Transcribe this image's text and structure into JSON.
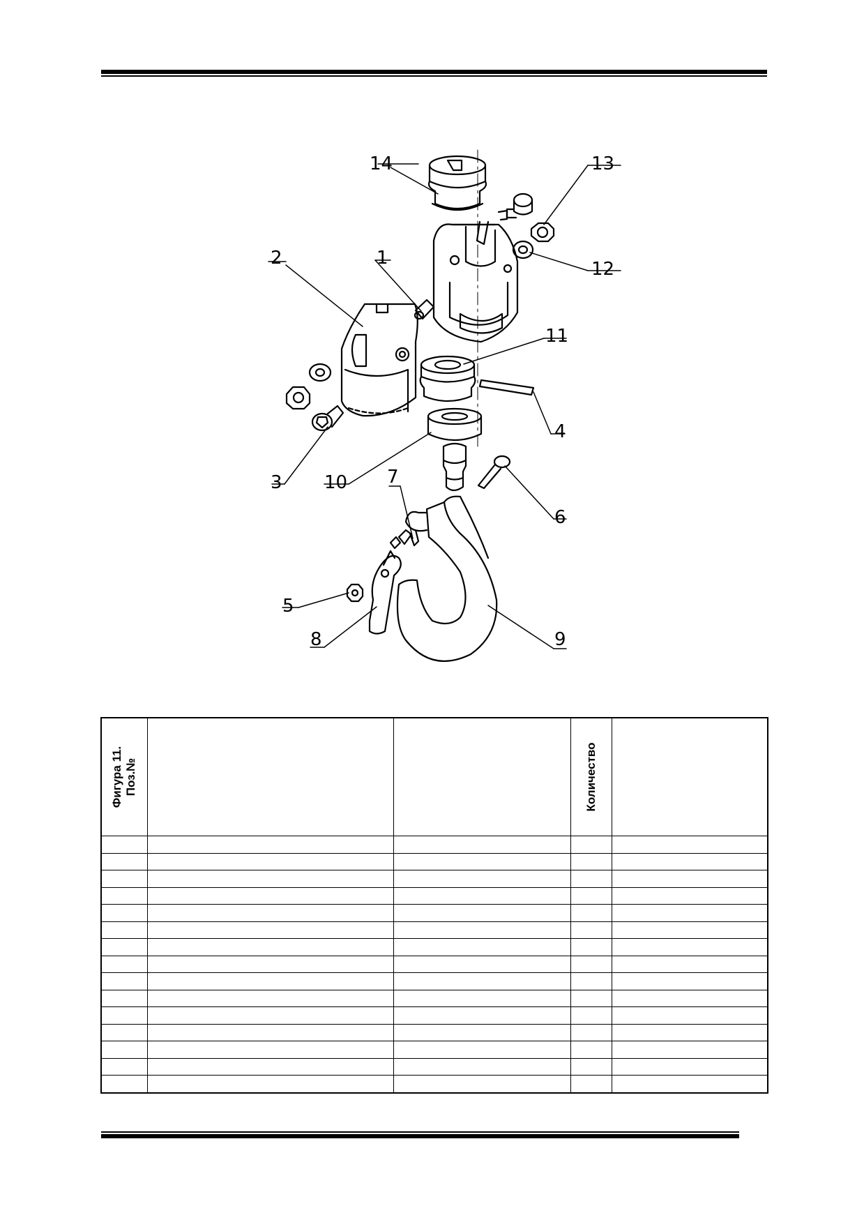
{
  "drawing": {
    "callouts": [
      "1",
      "2",
      "3",
      "4",
      "5",
      "6",
      "7",
      "8",
      "9",
      "10",
      "11",
      "12",
      "13",
      "14"
    ]
  },
  "table": {
    "headers": {
      "position_line1": "Фигура 11.",
      "position_line2": "Поз.№",
      "name": "",
      "designation": "",
      "quantity": "Количество",
      "note": ""
    },
    "row_count": 15
  }
}
